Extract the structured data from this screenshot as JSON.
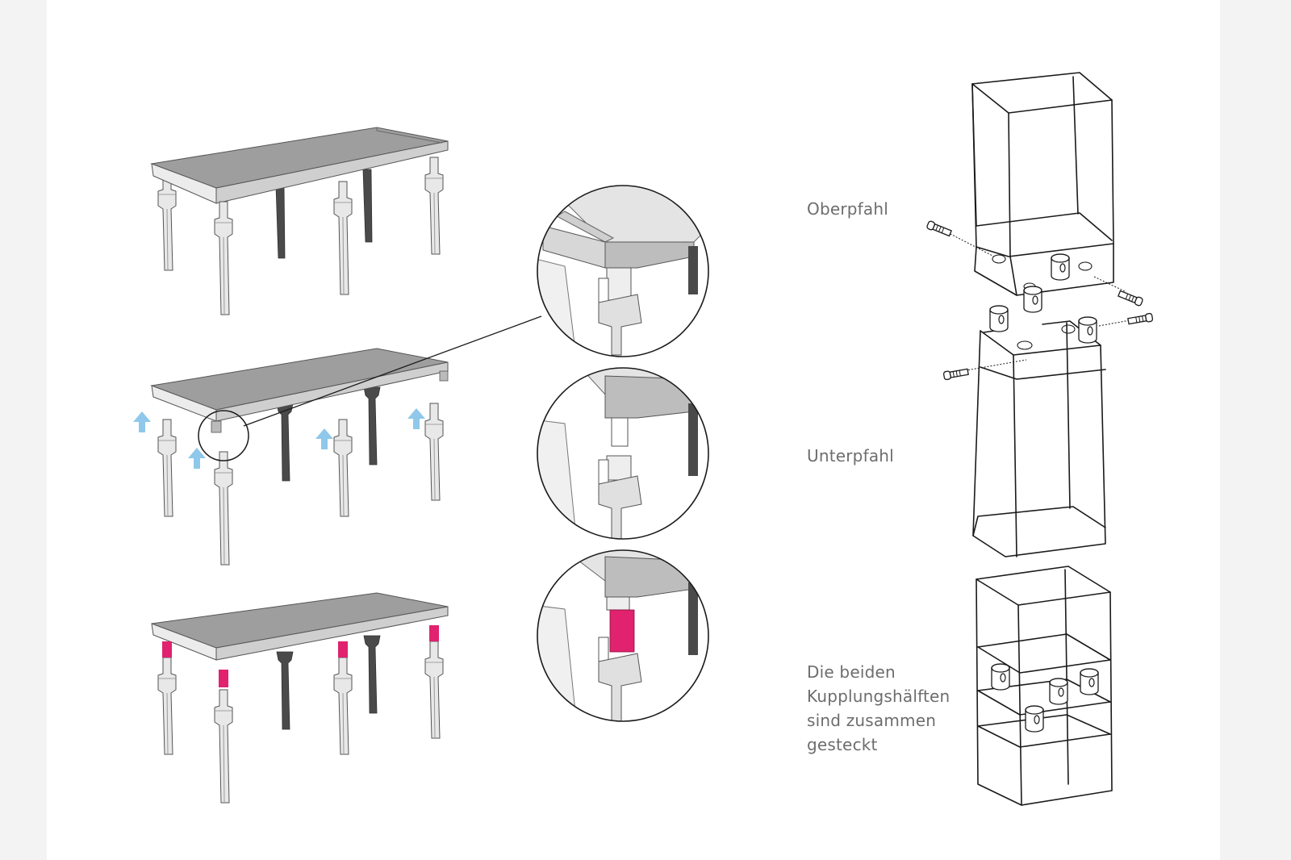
{
  "labels": {
    "upper_post": "Oberpfahl",
    "lower_post": "Unterpfahl",
    "joined_line1": "Die beiden",
    "joined_line2": "Kupplungshälften",
    "joined_line3": "sind zusammen",
    "joined_line4": "gesteckt"
  },
  "colors": {
    "background": "#f3f3f3",
    "panel": "#ffffff",
    "table_top": "#9e9e9e",
    "table_front": "#d2d2d2",
    "leg_light": "#e6e6e6",
    "leg_dark": "#4a4a4a",
    "arrow": "#8fc8ea",
    "highlight": "#e0226f",
    "sketch_line": "#1a1a1a"
  },
  "icons": {
    "lift_arrow": "arrow-up-icon",
    "magnifier": "detail-circle",
    "bolt": "bolt-icon"
  }
}
